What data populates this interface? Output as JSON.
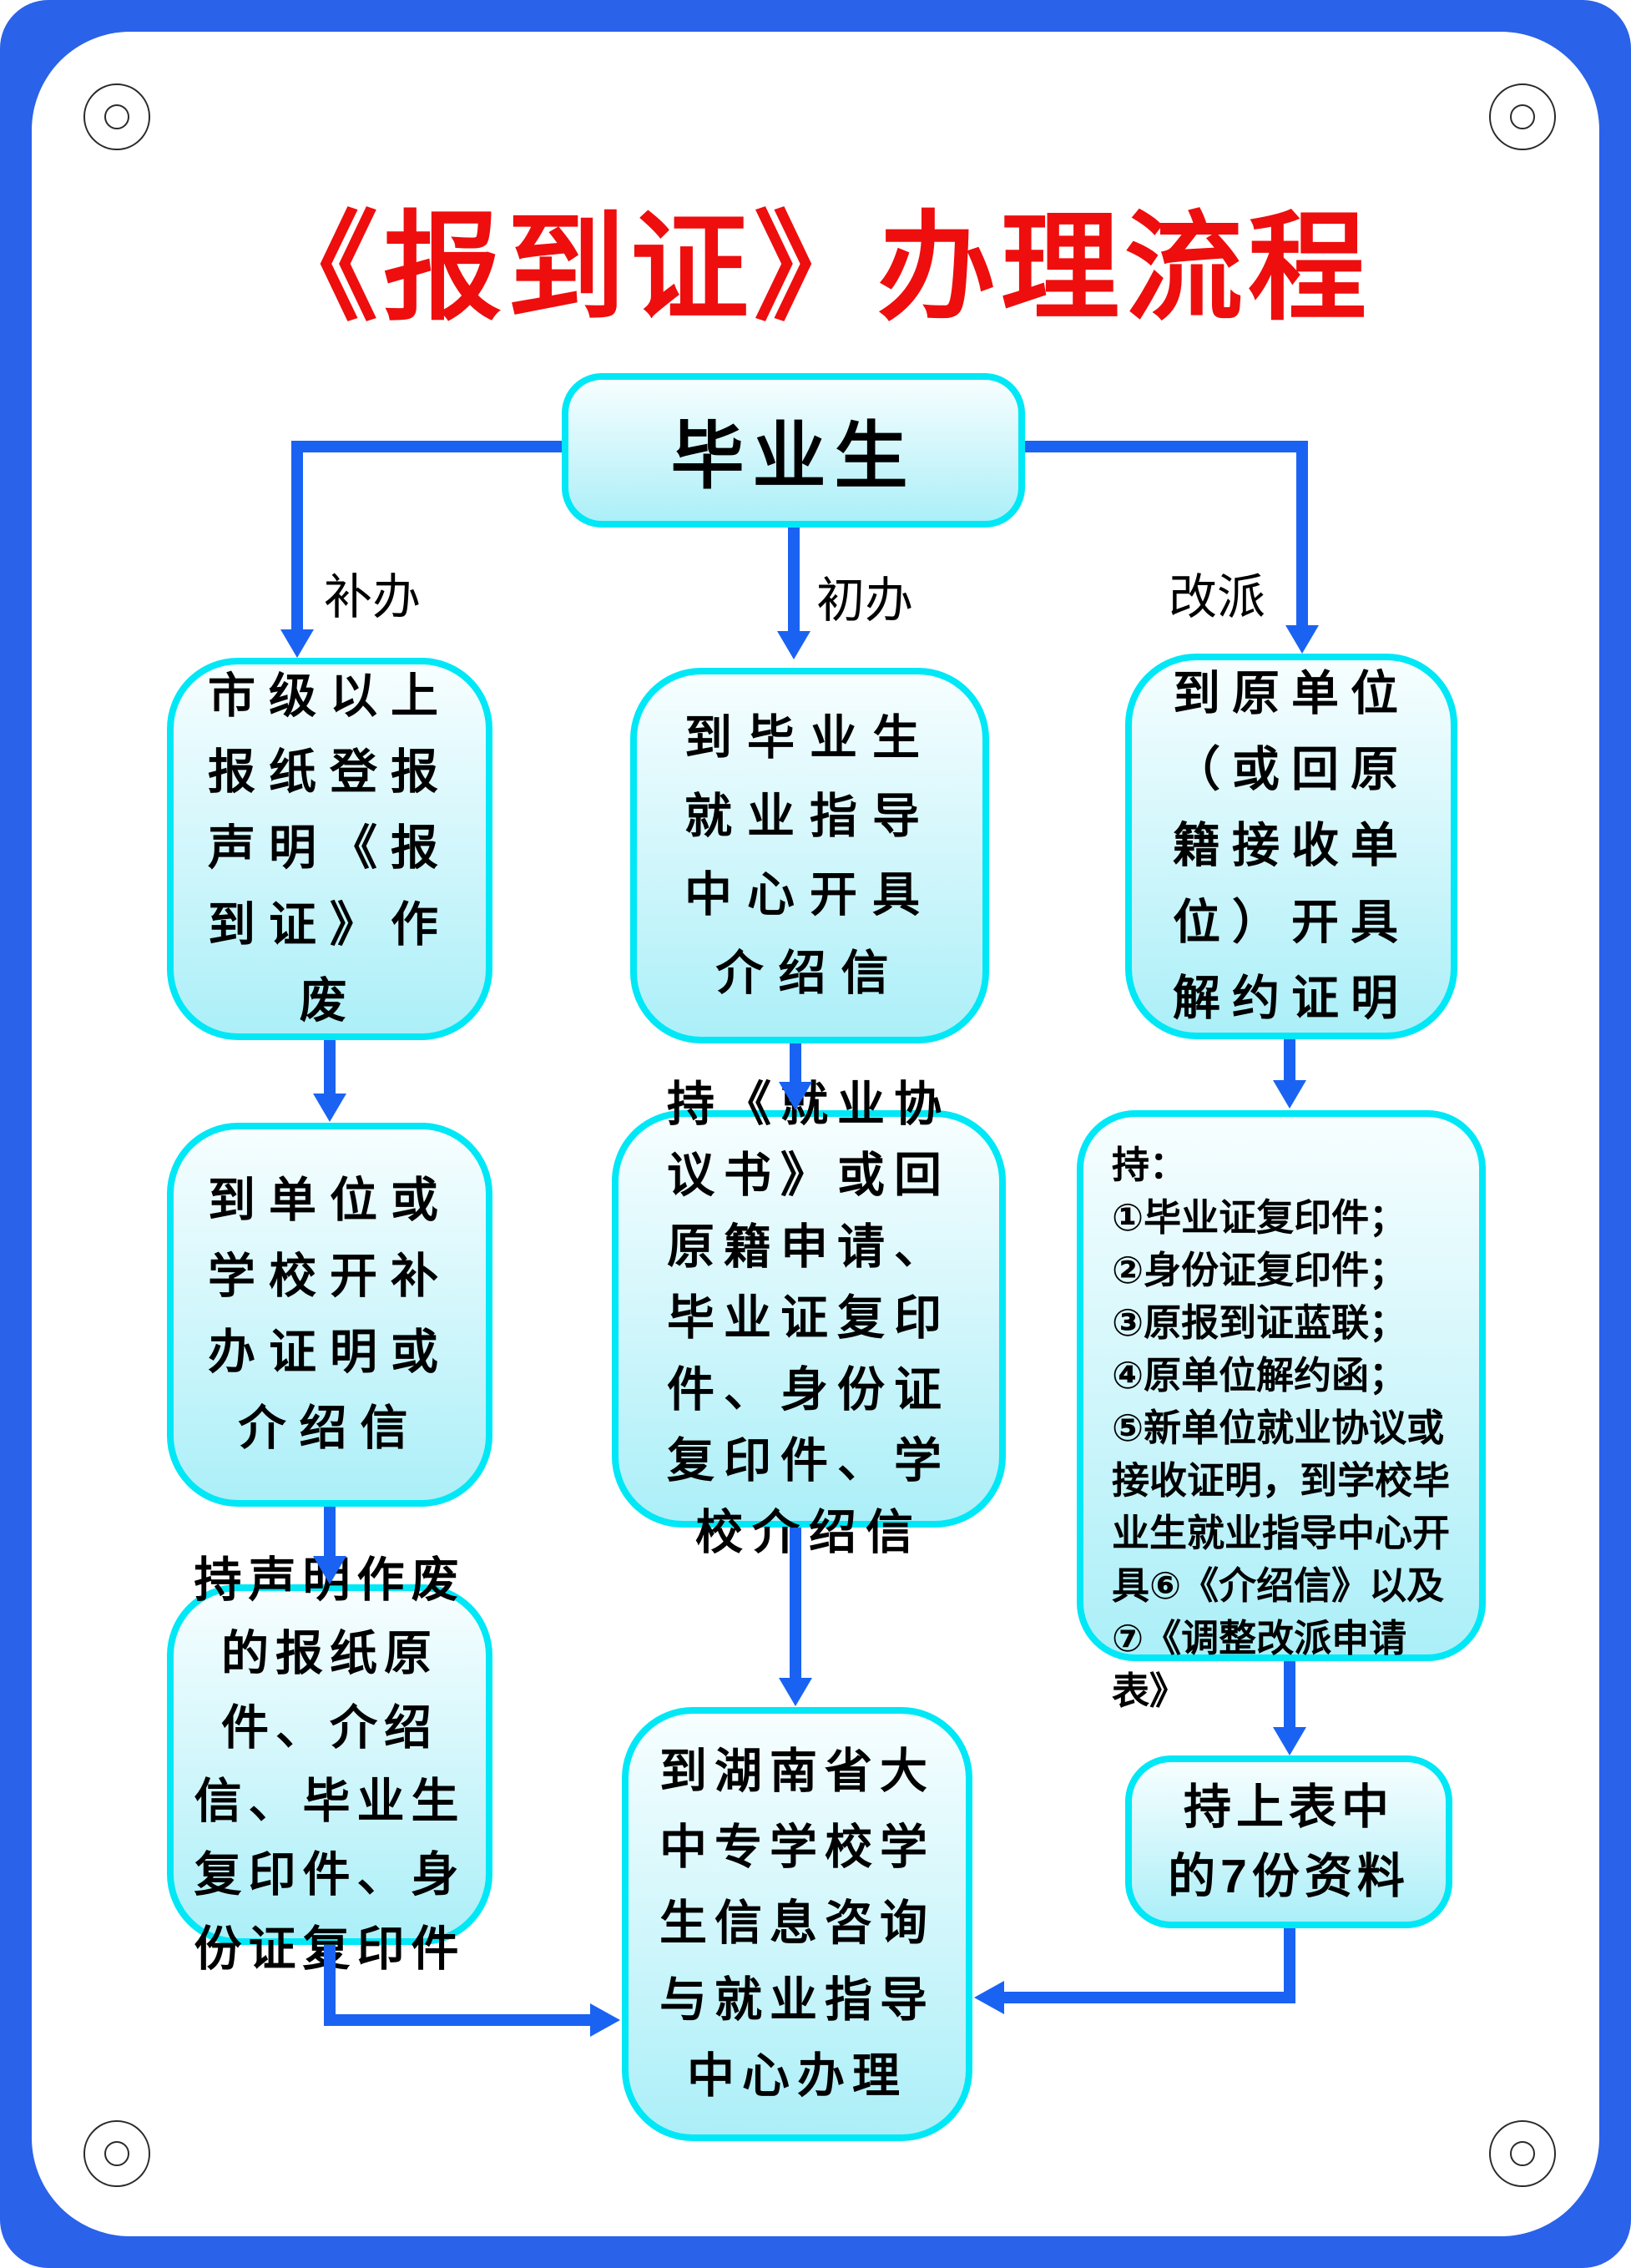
{
  "title": {
    "text": "《报到证》办理流程"
  },
  "colors": {
    "frame_blue": "#2a62e9",
    "arrow_blue": "#1a63f2",
    "node_border_cyan": "#00e7f6",
    "node_fill_top": "#f7feff",
    "node_fill_bottom": "#aceff8",
    "title_red": "#ee0e0e",
    "text_black": "#000000"
  },
  "branches": {
    "reissue": "补办",
    "first_time": "初办",
    "reassignment": "改派"
  },
  "nodes": {
    "graduate": {
      "text": "毕业生"
    },
    "reissue1": {
      "text": "市级以上报纸登报声明《报到证》作废"
    },
    "reissue2": {
      "text": "到单位或学校开补办证明或介绍信"
    },
    "reissue3": {
      "text": "持声明作废的报纸原件、介绍信、毕业生复印件、身份证复印件"
    },
    "first1": {
      "text": "到毕业生就业指导中心开具介绍信"
    },
    "first2": {
      "text": "持《就业协议书》或回原籍申请、毕业证复印件、身份证复印件、学校介绍信"
    },
    "reassign1": {
      "text": "到原单位（或回原籍接收单位）开具解约证明"
    },
    "reassign2": {
      "text": "持：\n①毕业证复印件；\n②身份证复印件；\n③原报到证蓝联；\n④原单位解约函；\n⑤新单位就业协议或接收证明，到学校毕业生就业指导中心开具⑥《介绍信》以及⑦《调整改派申请表》"
    },
    "reassign3": {
      "text": "持上表中\n的7份资料"
    },
    "final_center": {
      "text": "到湖南省大中专学校学生信息咨询与就业指导中心办理"
    }
  }
}
